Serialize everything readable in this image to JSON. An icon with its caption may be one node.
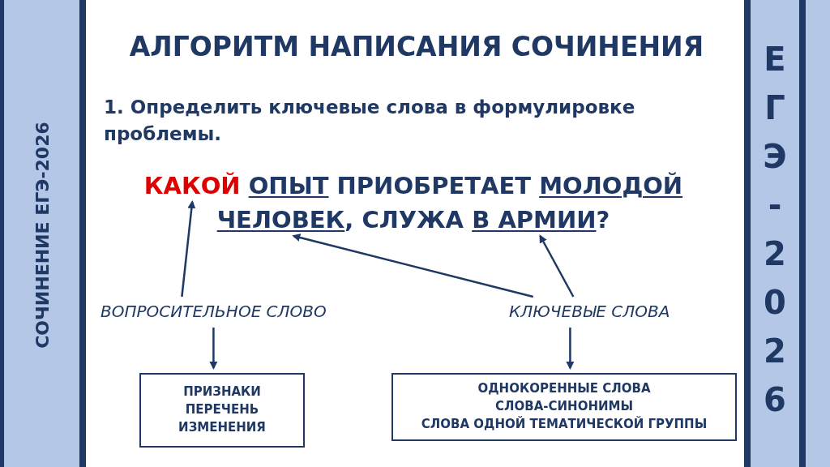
{
  "diagram": {
    "title": "АЛГОРИТМ НАПИСАНИЯ СОЧИНЕНИЯ",
    "nodes": [
      {
        "text": [
          "КАКОЙ"
        ]
      },
      {
        "text": [
          "ЧЕЛОВЕК"
        ]
      },
      {
        "text": [
          "В АРМИИ"
        ]
      },
      {
        "text": [
          "ВОПРОСИТЕЛЬНОЕ СЛОВО"
        ]
      },
      {
        "text": [
          "КЛЮЧЕВЫЕ СЛОВА"
        ]
      },
      {
        "text": [
          "ПРИЗНАКИ",
          "ПЕРЕЧЕНЬ",
          "ИЗМЕНЕНИЯ"
        ]
      },
      {
        "text": [
          "ОДНОКОРЕННЫЕ СЛОВА",
          "СЛОВА-СИНОНИМЫ",
          "СЛОВА ОДНОЙ ТЕМАТИЧЕСКОЙ ГРУППЫ"
        ]
      }
    ],
    "edges": [
      {
        "from": 3,
        "to": 0,
        "arrow": "to"
      },
      {
        "from": 4,
        "to": 1,
        "arrow": "to"
      },
      {
        "from": 4,
        "to": 2,
        "arrow": "to"
      },
      {
        "from": 3,
        "to": 5,
        "arrow": "to"
      },
      {
        "from": 4,
        "to": 6,
        "arrow": "to"
      }
    ],
    "labels": [
      "СОЧИНЕНИЕ ЕГЭ-2026",
      "1. Определить ключевые слова в формулировке проблемы.",
      "ОПЫТ",
      "ПРИОБРЕТАЕТ",
      "МОЛОДОЙ",
      ", СЛУЖА",
      "?",
      "ЕГЭ-2026"
    ]
  }
}
